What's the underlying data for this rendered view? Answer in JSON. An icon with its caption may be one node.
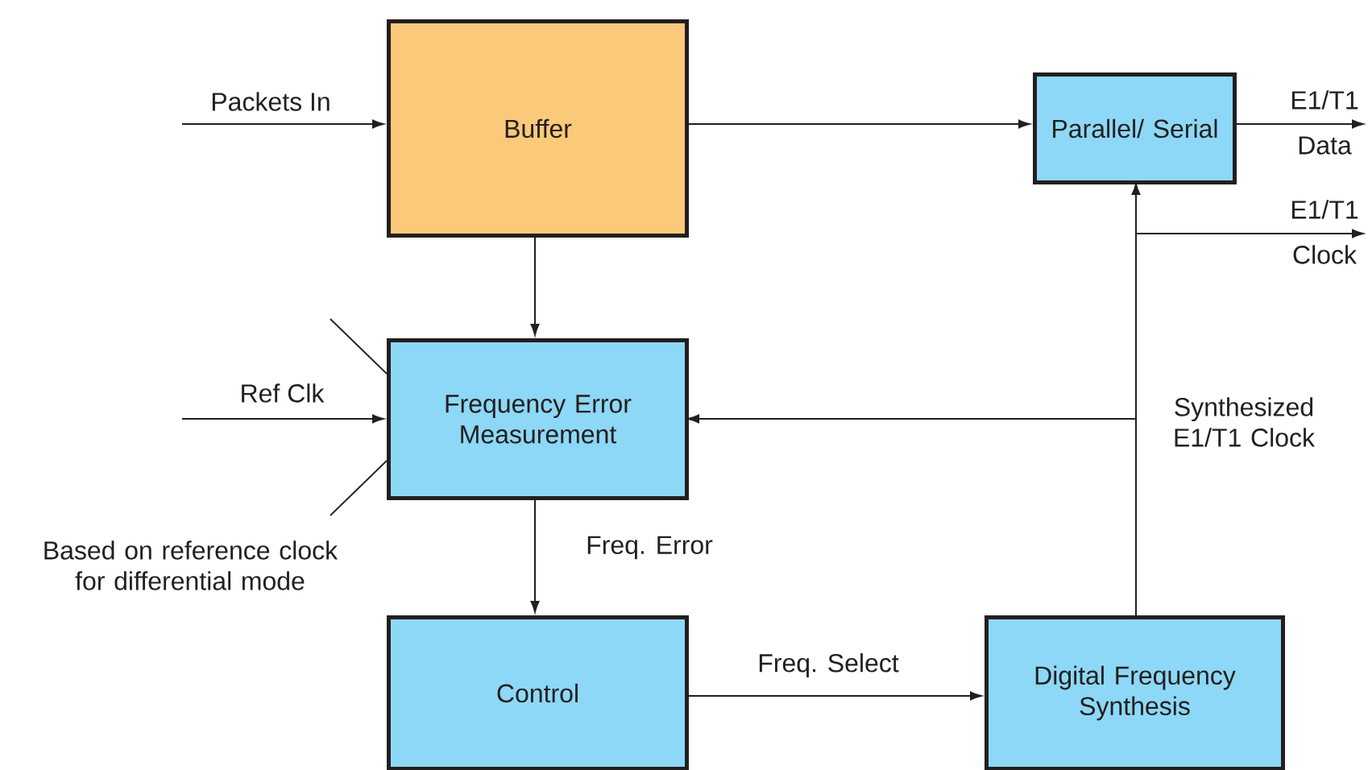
{
  "diagram": {
    "nodes": [
      {
        "text": [
          "Buffer"
        ]
      },
      {
        "text": [
          "Parallel/ Serial"
        ]
      },
      {
        "text": [
          "Frequency Error Measurement"
        ]
      },
      {
        "text": [
          "Control"
        ]
      },
      {
        "text": [
          "Digital Frequency Synthesis"
        ]
      }
    ],
    "edges": [
      {
        "from": null,
        "to": 0,
        "arrow": "to",
        "label": "Packets In"
      },
      {
        "from": 0,
        "to": 1,
        "arrow": "to"
      },
      {
        "from": 1,
        "to": null,
        "arrow": "to",
        "label": "E1/T1 Data"
      },
      {
        "from": 0,
        "to": 2,
        "arrow": "to"
      },
      {
        "from": null,
        "to": 2,
        "arrow": "to",
        "label": "Ref Clk"
      },
      {
        "from": 4,
        "to": 1,
        "arrow": "to",
        "label": "Synthesized E1/T1 Clock"
      },
      {
        "from": 4,
        "to": 2,
        "arrow": "to"
      },
      {
        "from": 4,
        "to": null,
        "arrow": "to",
        "label": "E1/T1 Clock"
      },
      {
        "from": 2,
        "to": 3,
        "arrow": "to",
        "label": "Freq. Error"
      },
      {
        "from": 3,
        "to": 4,
        "arrow": "to",
        "label": "Freq. Select"
      }
    ],
    "labels": [
      "Based on reference clock for differential mode"
    ]
  }
}
